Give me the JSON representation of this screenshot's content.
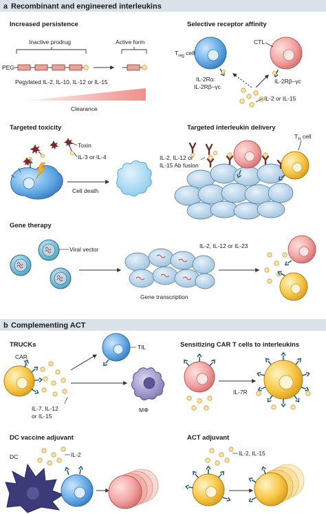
{
  "panel_a": {
    "letter": "a",
    "title": "Recombinant and engineered interleukins",
    "persistence": {
      "heading": "Increased persistence",
      "inactive_label": "Inactive prodrug",
      "active_label": "Active form",
      "peg_label": "PEG",
      "caption": "Pegylated IL-2, IL-10, IL-12 or IL-15",
      "clearance_label": "Clearance"
    },
    "selective": {
      "heading": "Selective receptor affinity",
      "treg_label": "T",
      "treg_sub": "reg",
      "treg_suffix": " cell",
      "ctl_label": "CTL",
      "il2ra_line1": "IL-2Rα:",
      "il2ra_line2": "IL-2Rβ–γc",
      "il2rb_label": "IL-2Rβ–γc",
      "ligand_label": "IL-2 or IL-15"
    },
    "toxicity": {
      "heading": "Targeted toxicity",
      "toxin_label": "Toxin",
      "ligand_label": "IL-3 or IL-4",
      "death_label": "Cell death"
    },
    "delivery": {
      "heading": "Targeted interleukin delivery",
      "th_label": "T",
      "th_sub": "H",
      "th_suffix": " cell",
      "fusion_line1": "IL-2, IL-12 or",
      "fusion_line2": "IL-15 Ab fusion"
    },
    "gene": {
      "heading": "Gene therapy",
      "vector_label": "Viral vector",
      "transcription_label": "Gene transcription",
      "cytokines_label": "IL-2, IL-12 or IL-23"
    }
  },
  "panel_b": {
    "letter": "b",
    "title": "Complementing ACT",
    "trucks": {
      "heading": "TRUCKs",
      "car_label": "CAR",
      "til_label": "TIL",
      "cytokines_line1": "IL-7, IL-12",
      "cytokines_line2": "or IL-15",
      "macrophage_label": "MΦ"
    },
    "sensitizing": {
      "heading": "Sensitizing CAR T cells to interleukins",
      "receptor_label": "IL-7R"
    },
    "dc": {
      "heading": "DC vaccine adjuvant",
      "dc_label": "DC",
      "il2_label": "IL-2"
    },
    "act": {
      "heading": "ACT adjuvant",
      "cytokines_label": "IL-2, IL-15"
    }
  },
  "colors": {
    "section_band": "#dce2ea",
    "blue_cell": "#6aaee8",
    "pink_cell": "#f2a6a6",
    "yellow_cell": "#f8c94a",
    "tumour": "#b8d4ea",
    "dc_purple": "#3d3a7a",
    "macrophage": "#9b96c8",
    "ligand": "#fbe3a8",
    "receptor": "#2e5e6e",
    "antibody": "#6b2f2f",
    "toxin": "#7a2a2a",
    "lightning": "#f3b22c",
    "dead_cell": "#a9d5f0"
  }
}
